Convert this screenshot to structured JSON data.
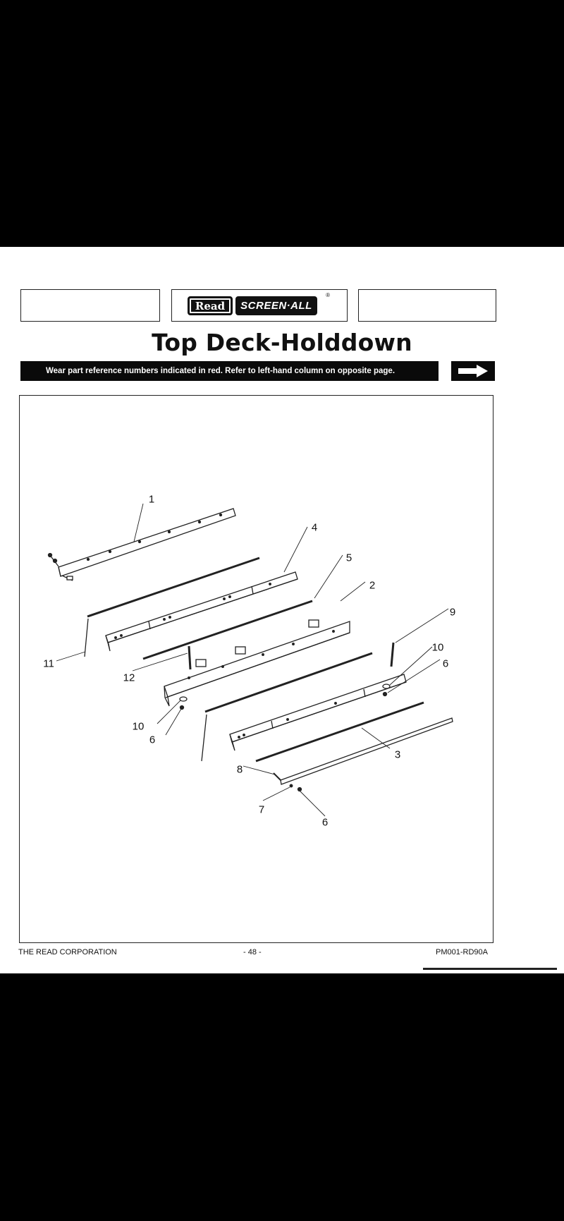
{
  "header": {
    "logo_read": "Read",
    "logo_screen": "SCREEN·ALL",
    "logo_reg": "®"
  },
  "title": "Top Deck-Holddown",
  "notice": "Wear part reference numbers indicated in red. Refer to left-hand column on opposite page.",
  "arrow_icon": "right-arrow-icon",
  "callouts": [
    "1",
    "4",
    "5",
    "2",
    "9",
    "10",
    "6",
    "11",
    "12",
    "10",
    "6",
    "3",
    "8",
    "7",
    "6"
  ],
  "footer": {
    "left": "THE READ CORPORATION",
    "center": "- 48 -",
    "right": "PM001-RD90A"
  }
}
